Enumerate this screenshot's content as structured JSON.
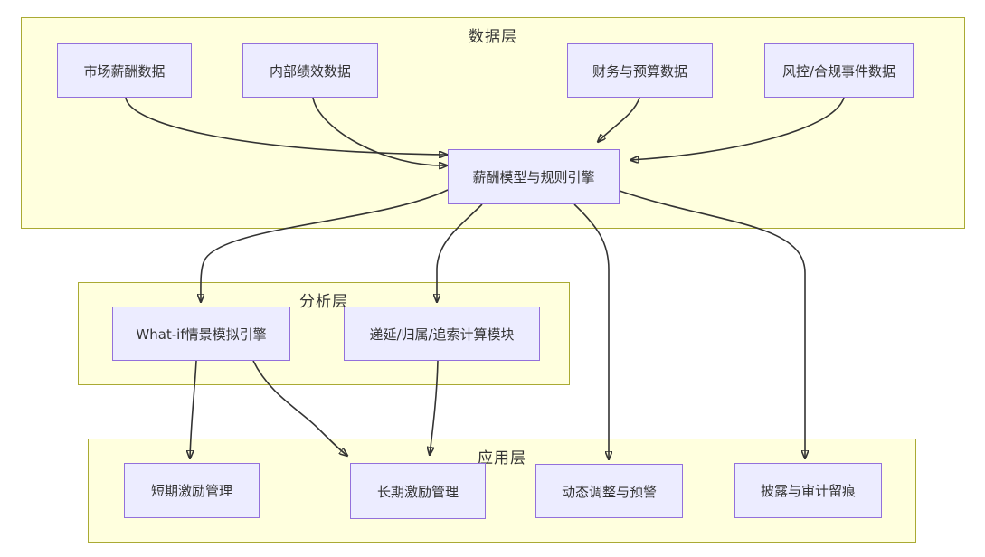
{
  "colors": {
    "cluster_fill": "#ffffde",
    "cluster_border": "#aaaa33",
    "node_fill": "#ececff",
    "node_border": "#9370db",
    "edge": "#333333",
    "text": "#333333",
    "background": "#ffffff"
  },
  "clusters": {
    "data": {
      "label": "数据层"
    },
    "analysis": {
      "label": "分析层"
    },
    "application": {
      "label": "应用层"
    }
  },
  "nodes": {
    "market": {
      "label": "市场薪酬数据"
    },
    "performance": {
      "label": "内部绩效数据"
    },
    "finance": {
      "label": "财务与预算数据"
    },
    "risk": {
      "label": "风控/合规事件数据"
    },
    "engine": {
      "label": "薪酬模型与规则引擎"
    },
    "whatif": {
      "label": "What-if情景模拟引擎"
    },
    "deferral": {
      "label": "递延/归属/追索计算模块"
    },
    "shortterm": {
      "label": "短期激励管理"
    },
    "longterm": {
      "label": "长期激励管理"
    },
    "dynamic": {
      "label": "动态调整与预警"
    },
    "disclosure": {
      "label": "披露与审计留痕"
    }
  },
  "edges": [
    {
      "from": "market",
      "to": "engine"
    },
    {
      "from": "performance",
      "to": "engine"
    },
    {
      "from": "finance",
      "to": "engine"
    },
    {
      "from": "risk",
      "to": "engine"
    },
    {
      "from": "engine",
      "to": "whatif"
    },
    {
      "from": "engine",
      "to": "deferral"
    },
    {
      "from": "engine",
      "to": "dynamic"
    },
    {
      "from": "engine",
      "to": "disclosure"
    },
    {
      "from": "whatif",
      "to": "shortterm"
    },
    {
      "from": "whatif",
      "to": "longterm"
    },
    {
      "from": "deferral",
      "to": "longterm"
    }
  ]
}
